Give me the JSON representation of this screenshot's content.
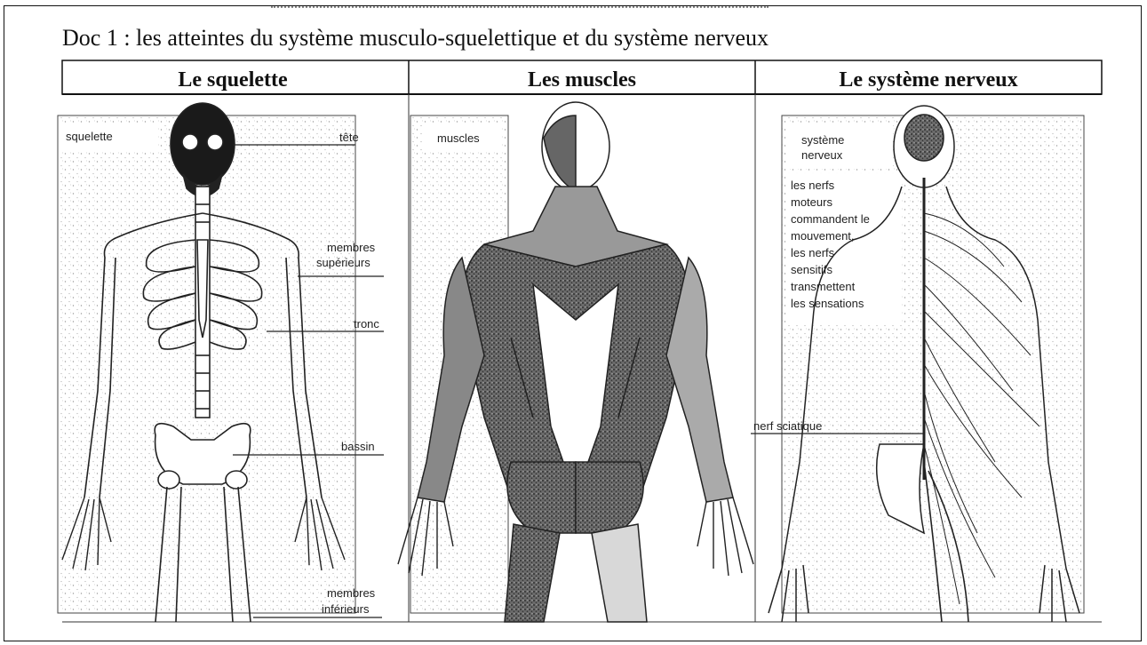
{
  "document": {
    "title": "Doc 1 : les atteintes du système musculo-squelettique et du système nerveux"
  },
  "panels": [
    {
      "header": "Le squelette",
      "box_label": "squelette",
      "annotations": [
        "tête",
        "membres",
        "supérieurs",
        "tronc",
        "bassin",
        "membres",
        "inférieurs"
      ]
    },
    {
      "header": "Les muscles",
      "box_label": "muscles",
      "annotations": []
    },
    {
      "header": "Le système nerveux",
      "box_label": "système\nnerveux",
      "box_label_lines": [
        "système",
        "nerveux"
      ],
      "description_lines": [
        "les nerfs",
        "moteurs",
        "commandent le",
        "mouvement,",
        "les nerfs",
        "sensitifs",
        "transmettent",
        "les sensations"
      ],
      "annotations": [
        "nerf sciatique"
      ]
    }
  ],
  "colors": {
    "ink": "#111111",
    "stipple": "#b8b8b8",
    "muscle_fill": "#555555"
  }
}
